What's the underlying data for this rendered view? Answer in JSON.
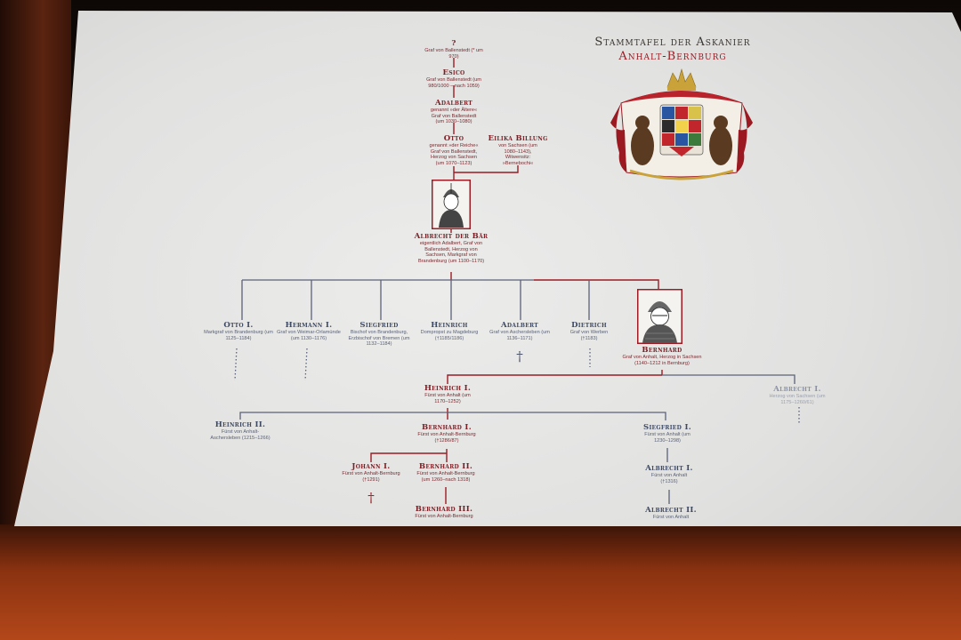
{
  "title": {
    "line1": "Stammtafel der Askanier",
    "line2": "Anhalt-Bernburg"
  },
  "coat_of_arms": {
    "colors": {
      "mantle": "#9b1a22",
      "crown": "#c9a23a",
      "bear": "#5a3b22"
    }
  },
  "colors": {
    "lineage_red": "#9b1c24",
    "branch_grey": "#5c6278"
  },
  "tree": {
    "unknown": {
      "name": "?",
      "info": "Graf von Ballenstedt (* um 970)"
    },
    "esico": {
      "name": "Esico",
      "info": "Graf von Ballenstedt (um 980/1000 – nach 1059)"
    },
    "adalbert_a": {
      "name": "Adalbert",
      "info": "genannt »der Ältere« Graf von Ballenstedt (um 1030–1080)"
    },
    "otto": {
      "name": "Otto",
      "info": "genannt »der Reiche« Graf von Ballenstedt, Herzog von Sachsen (um 1070–1123)"
    },
    "eilika": {
      "name": "Eilika Billung",
      "info": "von Sachsen (um 1080–1143), Witwensitz: »Bernebochi«"
    },
    "albrecht_baer": {
      "name": "Albrecht der Bär",
      "info": "eigentlich Adalbert, Graf von Ballenstedt, Herzog von Sachsen, Markgraf von Brandenburg (um 1100–1170)"
    },
    "otto_i": {
      "name": "Otto I.",
      "info": "Markgraf von Brandenburg (um 1125–1184)"
    },
    "hermann_i": {
      "name": "Hermann I.",
      "info": "Graf von Weimar-Orlamünde (um 1130–1176)"
    },
    "siegfried": {
      "name": "Siegfried",
      "info": "Bischof von Brandenburg, Erzbischof von Bremen (um 1132–1184)"
    },
    "heinrich": {
      "name": "Heinrich",
      "info": "Dompropst zu Magdeburg (†1185/1186)"
    },
    "adalbert_b": {
      "name": "Adalbert",
      "info": "Graf von Aschersleben (um 1136–1171)"
    },
    "dietrich": {
      "name": "Dietrich",
      "info": "Graf von Werben (†1183)"
    },
    "bernhard": {
      "name": "Bernhard",
      "info": "Graf von Anhalt, Herzog in Sachsen (1140–1212 in Bernburg)"
    },
    "heinrich_i": {
      "name": "Heinrich I.",
      "info": "Fürst von Anhalt (um 1170–1252)"
    },
    "albrecht_i_sachsen": {
      "name": "Albrecht I.",
      "info": "Herzog von Sachsen (um 1175–1260/61)"
    },
    "heinrich_ii": {
      "name": "Heinrich II.",
      "info": "Fürst von Anhalt-Aschersleben (1215–1266)"
    },
    "bernhard_i": {
      "name": "Bernhard I.",
      "info": "Fürst von Anhalt-Bernburg (†1286/87)"
    },
    "siegfried_i": {
      "name": "Siegfried I.",
      "info": "Fürst von Anhalt (um 1230–1298)"
    },
    "johann_i": {
      "name": "Johann I.",
      "info": "Fürst von Anhalt-Bernburg (†1291)"
    },
    "bernhard_ii": {
      "name": "Bernhard II.",
      "info": "Fürst von Anhalt-Bernburg (um 1260–nach 1318)"
    },
    "albrecht_i_anhalt": {
      "name": "Albrecht I.",
      "info": "Fürst von Anhalt (†1316)"
    },
    "bernhard_iii": {
      "name": "Bernhard III.",
      "info": "Fürst von Anhalt-Bernburg"
    },
    "albrecht_ii": {
      "name": "Albrecht II.",
      "info": "Fürst von Anhalt"
    }
  },
  "death_marker": "†"
}
